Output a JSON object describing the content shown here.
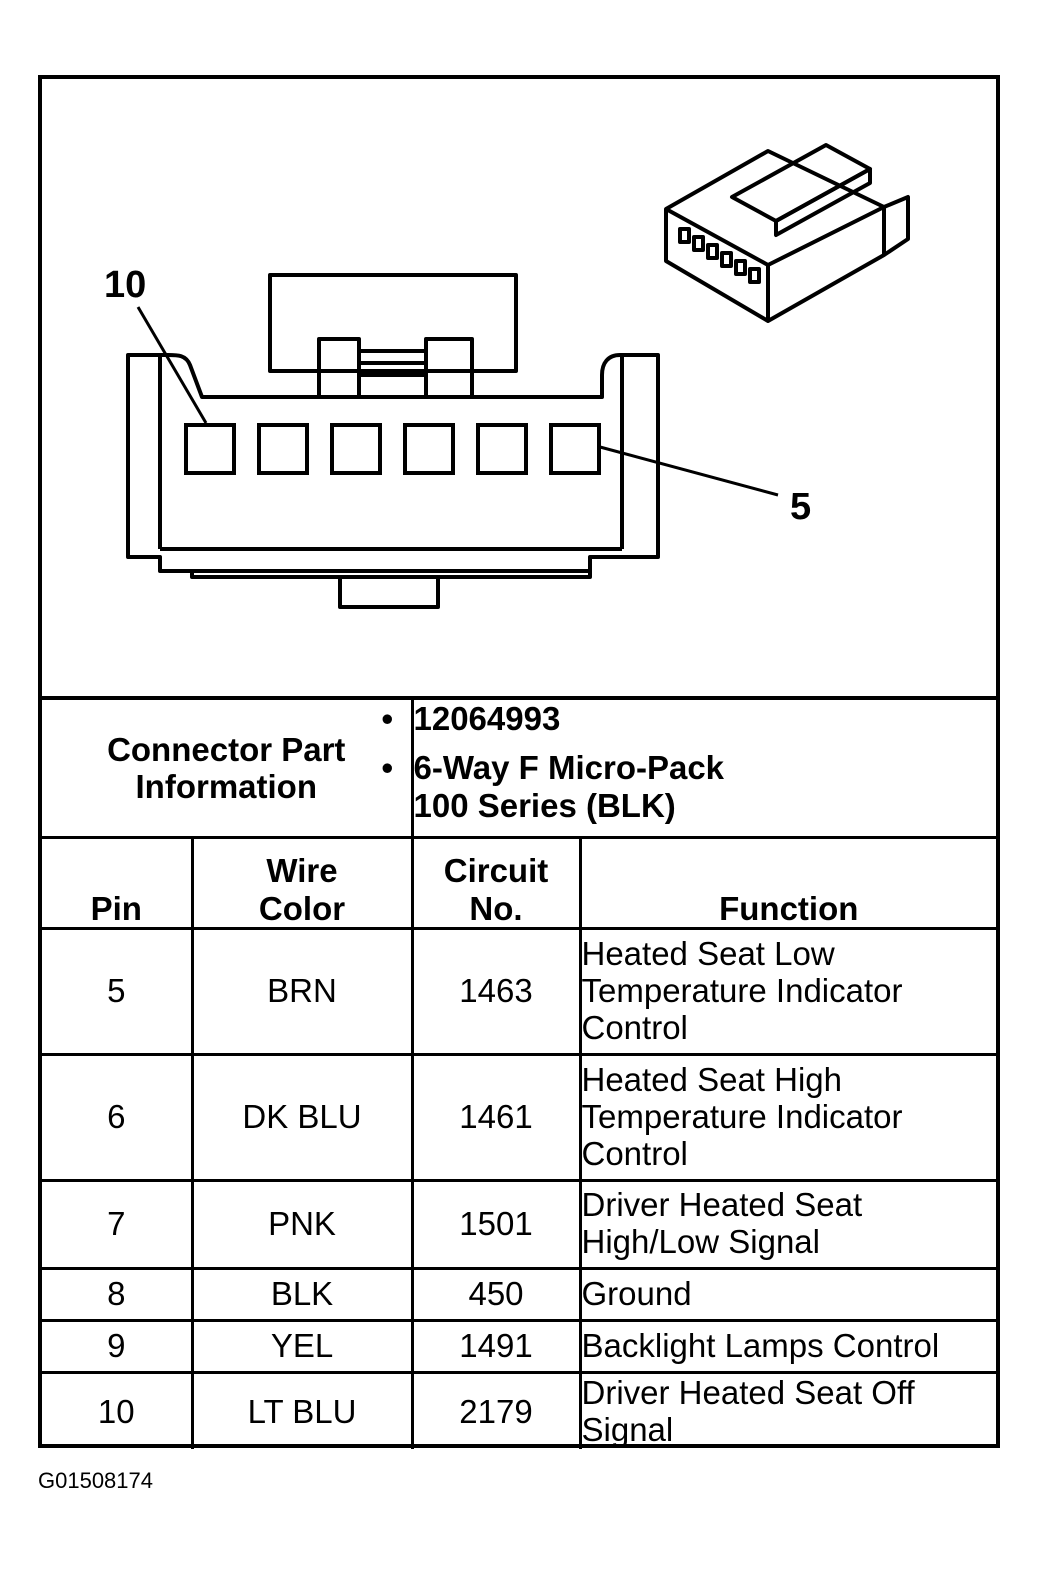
{
  "diagram": {
    "pin_label_left": "10",
    "pin_label_right": "5",
    "cavity_count": 6
  },
  "part_info": {
    "label": "Connector Part Information",
    "part_number": "12064993",
    "description": "6-Way F Micro-Pack 100 Series (BLK)"
  },
  "table": {
    "headers": {
      "pin": "Pin",
      "wire_color": "Wire Color",
      "circuit": "Circuit No.",
      "function": "Function"
    },
    "rows": [
      {
        "pin": "5",
        "wire_color": "BRN",
        "circuit": "1463",
        "function": "Heated Seat Low Temperature Indicator Control"
      },
      {
        "pin": "6",
        "wire_color": "DK BLU",
        "circuit": "1461",
        "function": "Heated Seat High Temperature Indicator Control"
      },
      {
        "pin": "7",
        "wire_color": "PNK",
        "circuit": "1501",
        "function": "Driver Heated Seat High/Low Signal"
      },
      {
        "pin": "8",
        "wire_color": "BLK",
        "circuit": "450",
        "function": "Ground"
      },
      {
        "pin": "9",
        "wire_color": "YEL",
        "circuit": "1491",
        "function": "Backlight Lamps Control"
      },
      {
        "pin": "10",
        "wire_color": "LT BLU",
        "circuit": "2179",
        "function": "Driver Heated Seat Off Signal"
      }
    ]
  },
  "figure_id": "G01508174"
}
